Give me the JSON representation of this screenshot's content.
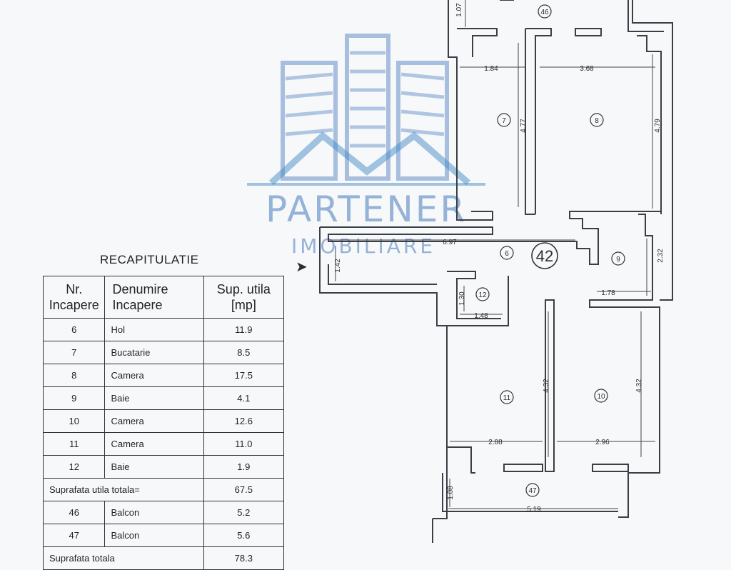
{
  "watermark": {
    "brand": "PARTENER",
    "tagline": "IMOBILIARE"
  },
  "recap": {
    "title": "RECAPITULATIE",
    "headers": {
      "nr": [
        "Nr.",
        "Incapere"
      ],
      "name": [
        "Denumire",
        "Incapere"
      ],
      "area": [
        "Sup. utila",
        "[mp]"
      ]
    },
    "rooms": [
      {
        "nr": "6",
        "name": "Hol",
        "area": "11.9"
      },
      {
        "nr": "7",
        "name": "Bucatarie",
        "area": "8.5"
      },
      {
        "nr": "8",
        "name": "Camera",
        "area": "17.5"
      },
      {
        "nr": "9",
        "name": "Baie",
        "area": "4.1"
      },
      {
        "nr": "10",
        "name": "Camera",
        "area": "12.6"
      },
      {
        "nr": "11",
        "name": "Camera",
        "area": "11.0"
      },
      {
        "nr": "12",
        "name": "Baie",
        "area": "1.9"
      }
    ],
    "total_label": "Suprafata utila totala=",
    "total_value": "67.5",
    "balconies": [
      {
        "nr": "46",
        "name": "Balcon",
        "area": "5.2"
      },
      {
        "nr": "47",
        "name": "Balcon",
        "area": "5.6"
      }
    ],
    "partial_label": "Suprafata totala",
    "partial_value": "78.3"
  },
  "plan": {
    "apartment_number": "42",
    "room_markers": [
      "46",
      "7",
      "8",
      "6",
      "9",
      "12",
      "11",
      "10",
      "47"
    ],
    "dimensions": [
      "1.07",
      "1.84",
      "3.68",
      "4.77",
      "4.79",
      "6.97",
      "1.42",
      "2.32",
      "1.78",
      "1.30",
      "1.48",
      "4.32",
      "4.32",
      "2.88",
      "2.96",
      "1.08",
      "5.19"
    ],
    "entry_arrow": "➤"
  }
}
